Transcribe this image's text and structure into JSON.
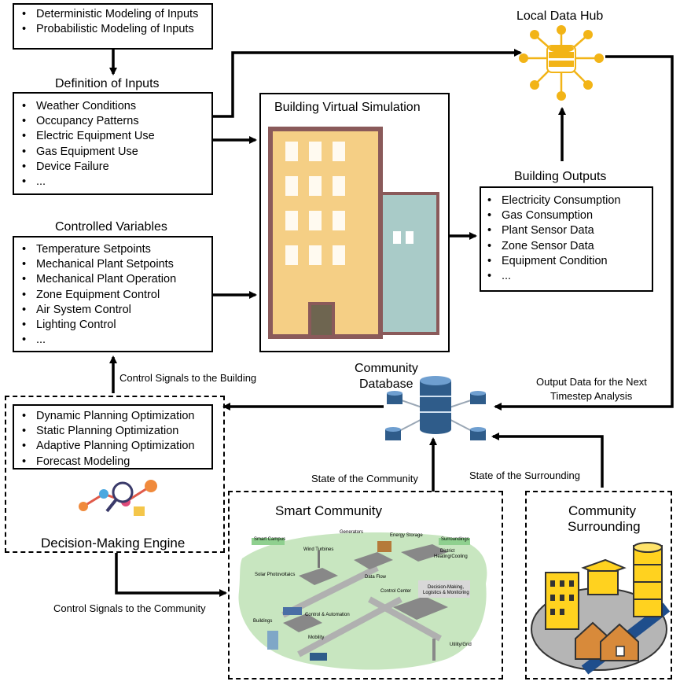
{
  "modeling": {
    "items": [
      "Deterministic Modeling of Inputs",
      "Probabilistic Modeling of Inputs"
    ]
  },
  "inputs": {
    "title": "Definition of Inputs",
    "items": [
      "Weather Conditions",
      "Occupancy Patterns",
      "Electric Equipment Use",
      "Gas Equipment Use",
      "Device Failure",
      "..."
    ]
  },
  "controlled": {
    "title": "Controlled Variables",
    "items": [
      "Temperature Setpoints",
      "Mechanical Plant Setpoints",
      "Mechanical Plant Operation",
      "Zone Equipment Control",
      "Air System Control",
      "Lighting Control",
      "..."
    ]
  },
  "simulation": {
    "title": "Building Virtual Simulation"
  },
  "hub": {
    "title": "Local Data Hub"
  },
  "outputs": {
    "title": "Building Outputs",
    "items": [
      "Electricity Consumption",
      "Gas Consumption",
      "Plant Sensor Data",
      "Zone Sensor Data",
      "Equipment Condition",
      "..."
    ]
  },
  "community_db": {
    "title_line1": "Community",
    "title_line2": "Database"
  },
  "engine": {
    "title": "Decision-Making Engine",
    "items": [
      "Dynamic Planning Optimization",
      "Static Planning Optimization",
      "Adaptive Planning Optimization",
      "Forecast Modeling"
    ]
  },
  "smart_community": {
    "title": "Smart Community",
    "tag_left": "Smart Campus",
    "tag_right": "Surroundings",
    "labels": {
      "wind": "Wind Turbines",
      "generators": "Generators",
      "storage": "Energy Storage",
      "district_1": "District",
      "district_2": "Heating/Cooling",
      "solar": "Solar Photovoltaics",
      "control": "Control Center",
      "decision_1": "Decision-Making,",
      "decision_2": "Logistics & Monitoring",
      "buildings": "Buildings",
      "mobility": "Mobility",
      "utility": "Utility/Grid",
      "data_flow": "Data Flow",
      "control_auto": "Control & Automation"
    }
  },
  "surrounding": {
    "title_line1": "Community",
    "title_line2": "Surrounding"
  },
  "edges": {
    "control_building": "Control Signals to the Building",
    "output_next_1": "Output Data for the Next",
    "output_next_2": "Timestep Analysis",
    "state_community": "State of the Community",
    "state_surrounding": "State of the Surrounding",
    "control_community": "Control Signals to the Community"
  },
  "colors": {
    "building_main": "#f5cf85",
    "building_frame": "#8a5a5a",
    "building_side": "#a9cbc8",
    "hub_accent": "#f2b417",
    "db_blue": "#2f5c8a",
    "land_green": "#c8e6c0",
    "yellow_bldg": "#ffd21f"
  }
}
